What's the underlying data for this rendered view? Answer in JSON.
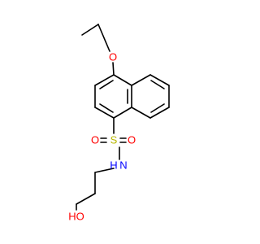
{
  "colors": {
    "bond": "#000000",
    "oxygen": "#ff0000",
    "sulfur": "#b8b800",
    "nitrogen": "#0000ff"
  },
  "atoms": {
    "ether_oxygen": "O",
    "sulfur": "S",
    "sulfonyl_oxygen_left": "O",
    "sulfonyl_oxygen_right": "O",
    "amine_nitrogen": "N",
    "amine_hydrogen": "H",
    "hydroxyl": "HO"
  }
}
